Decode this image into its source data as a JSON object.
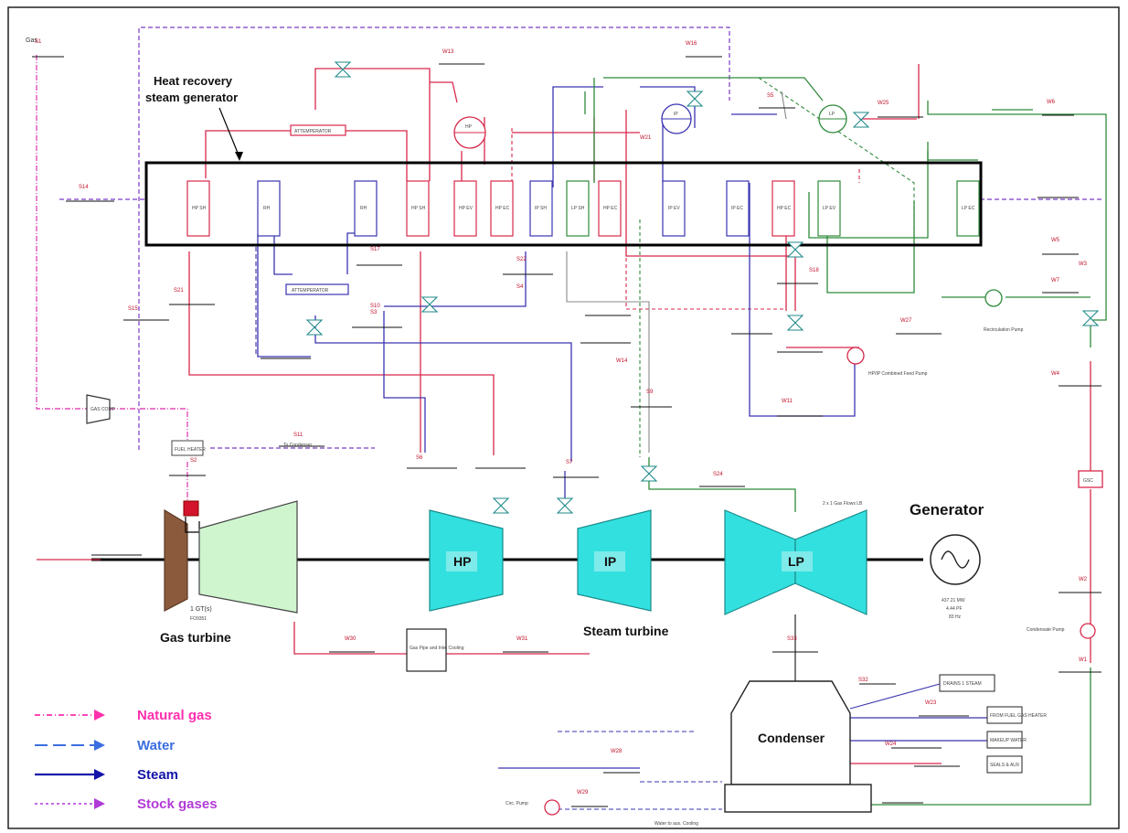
{
  "labels": {
    "hrsg": [
      "Heat recovery",
      "steam generator"
    ],
    "generator": "Generator",
    "gas_turbine": "Gas turbine",
    "steam_turbine": "Steam turbine",
    "condenser": "Condenser",
    "hp": "HP",
    "ip": "IP",
    "lp": "LP",
    "gas_in": "Gas",
    "attemperator_top": "ATTEMPERATOR",
    "attemperator_mid": "ATTEMPERATOR",
    "drum_hp": "HP",
    "drum_ip": "IP",
    "drum_lp": "LP",
    "recirculation_pump": "Recirculation Pump",
    "combined_feed_pump": "HP/IP Combined Feed Pump",
    "condensate_pump": "Condensate Pump",
    "circ_pump": "Circ. Pump",
    "to_condenser": "To Condenser",
    "water_to_aux": "Water to aux. Cooling",
    "gsc": "GSC",
    "gt_unit": "1 GT(s)",
    "gt_model": "FO9351",
    "lp_config": "2 x 1 Gas Flows LB",
    "gen_output": [
      "437.21 MW",
      "4.44 PF",
      "83 Hz"
    ],
    "fuel_heater": "FUEL HEATER",
    "gas_comp": "GAS COMP",
    "cooling_box": "Gas Pipe and Inlet Cooling",
    "make_up": "MAKEUP WATER",
    "from_fuel": "FROM FUEL GAS HEATER",
    "drains": "DRAINS 1 STEAM",
    "seals": "SEALS & AUX"
  },
  "hrsg_sections": [
    "HP SH",
    "RH",
    "RH",
    "HP SH",
    "HP EV",
    "HP EC",
    "IP SH",
    "LP SH",
    "HP EC",
    "IP EV",
    "IP EC",
    "HP EC",
    "LP EV",
    "LP EC"
  ],
  "stream_tags": [
    "S1",
    "S14",
    "S15",
    "S17",
    "S21",
    "S22",
    "S10",
    "S24",
    "W13",
    "W14",
    "W16",
    "W21",
    "W25",
    "W27",
    "S5",
    "W5",
    "W7",
    "W4",
    "S11",
    "S18",
    "S2",
    "S3",
    "S4",
    "S6",
    "S7",
    "S9",
    "W1",
    "W2",
    "W3",
    "W6",
    "W11",
    "W23",
    "W24",
    "W28",
    "W29",
    "W30",
    "W31",
    "S32",
    "S33"
  ],
  "legend": [
    {
      "label": "Natural gas",
      "color": "#ff2fae"
    },
    {
      "label": "Water",
      "color": "#3b6fe0"
    },
    {
      "label": "Steam",
      "color": "#1414a8"
    },
    {
      "label": "Stock gases",
      "color": "#b13ad6"
    }
  ],
  "colors": {
    "steam_red": "#d8284a",
    "steam_blue": "#3a34b0",
    "water_green": "#2f8a3a",
    "gas_pink": "#e04fb8",
    "turbine_cyan": "#33e0e0",
    "compressor_green": "#cff5cf",
    "gt_brown": "#8b5a3c"
  }
}
